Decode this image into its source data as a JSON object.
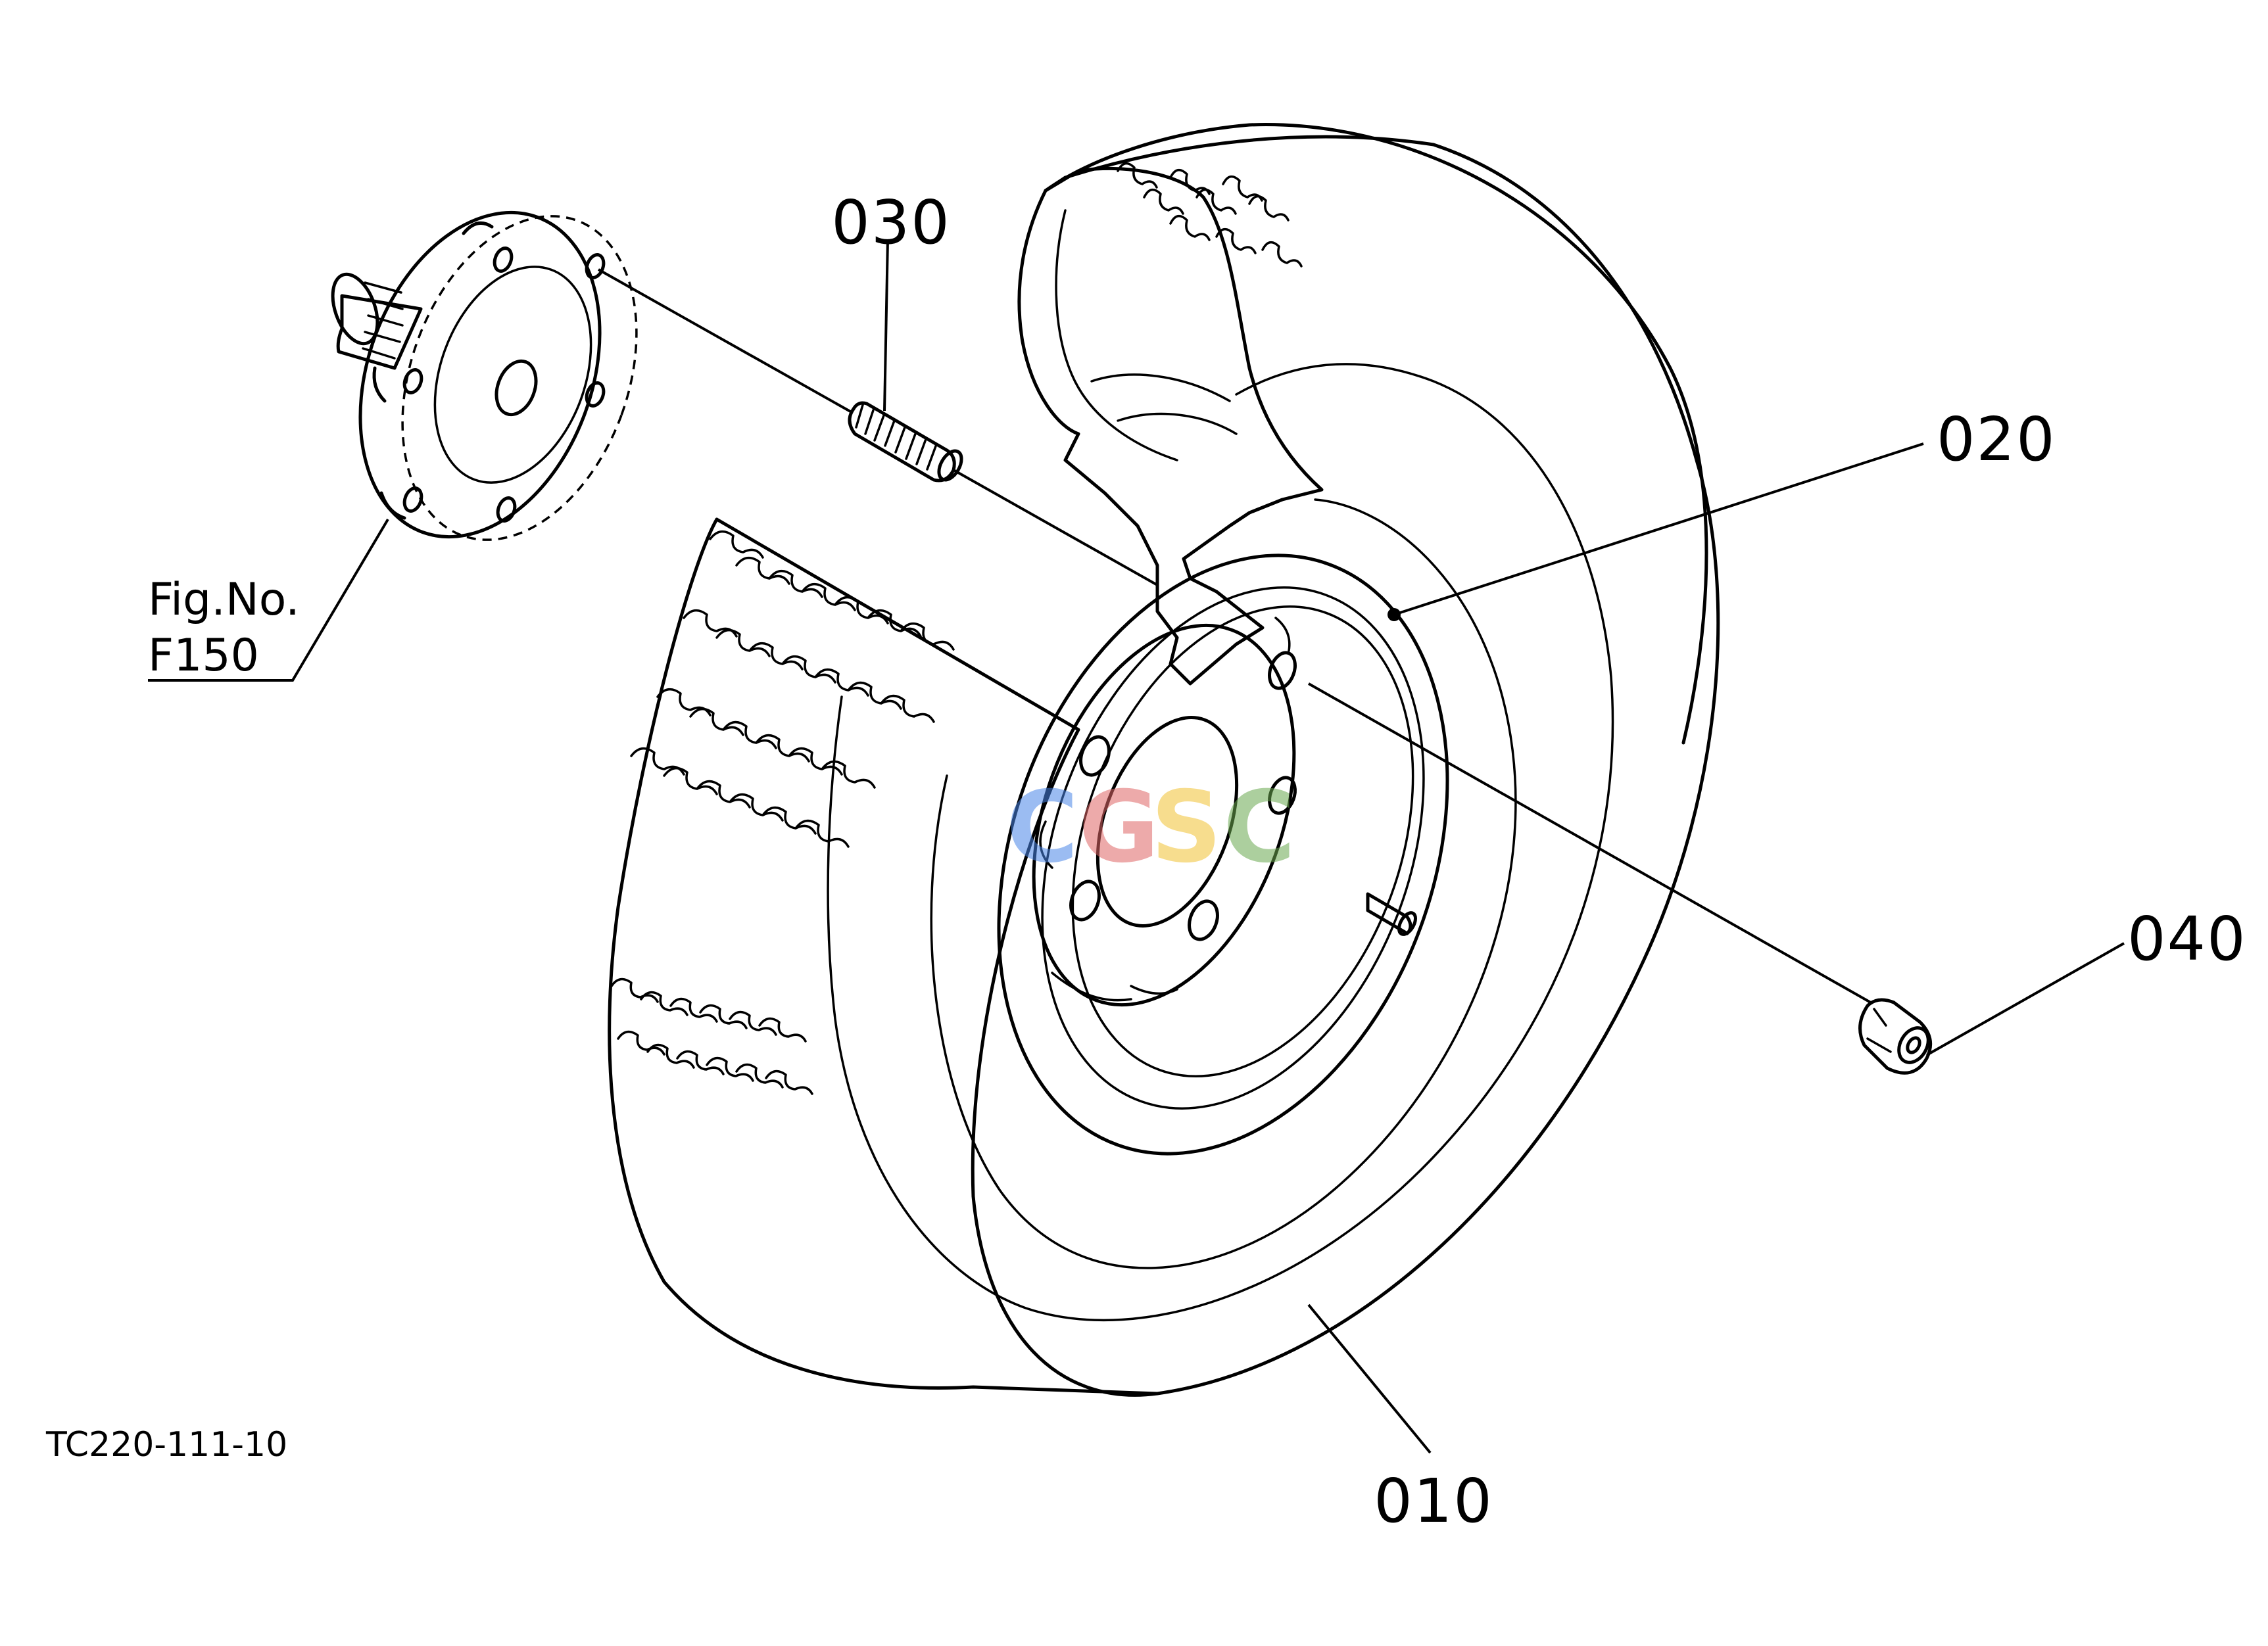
{
  "callouts": {
    "part_010": "010",
    "part_020": "020",
    "part_030": "030",
    "part_040": "040"
  },
  "figure_reference": {
    "line1": "Fig.No.",
    "line2": "F150"
  },
  "drawing_code": "TC220-111-10",
  "watermark": {
    "letters": [
      "C",
      "G",
      "S",
      "C"
    ],
    "colors": [
      "#4a86e8",
      "#e06666",
      "#f1c232",
      "#6aa84f"
    ]
  },
  "colors": {
    "line": "#000000",
    "background": "#ffffff"
  }
}
